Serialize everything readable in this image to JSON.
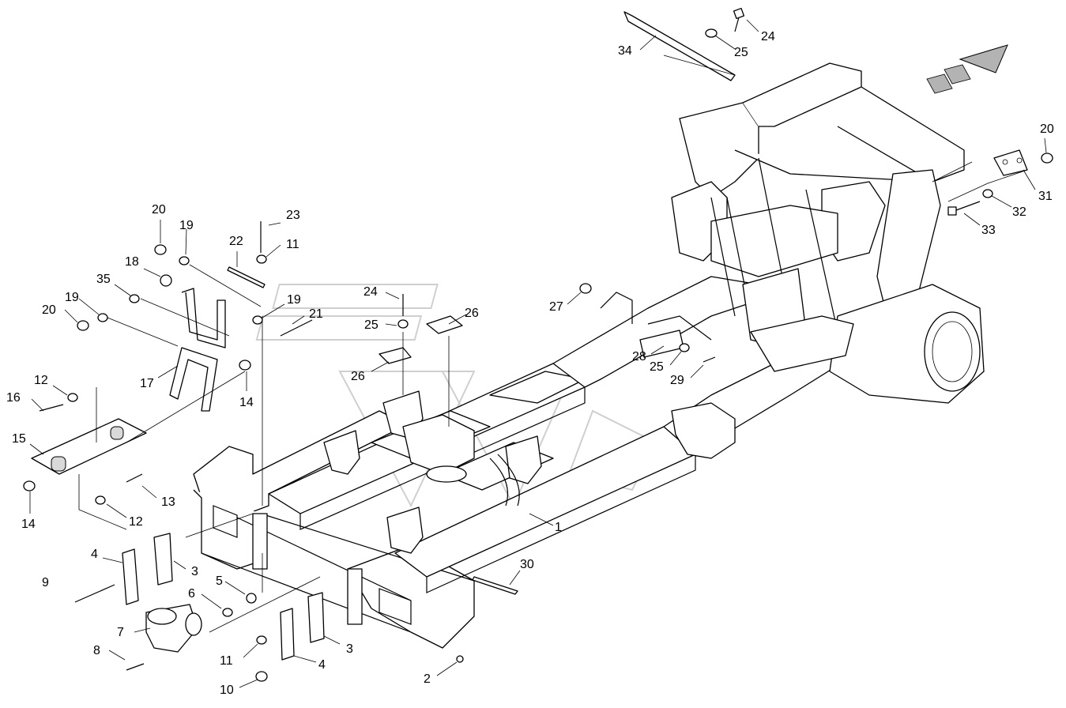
{
  "callouts": [
    {
      "id": "1",
      "label": "1"
    },
    {
      "id": "2",
      "label": "2"
    },
    {
      "id": "3a",
      "label": "3"
    },
    {
      "id": "3b",
      "label": "3"
    },
    {
      "id": "4a",
      "label": "4"
    },
    {
      "id": "4b",
      "label": "4"
    },
    {
      "id": "5",
      "label": "5"
    },
    {
      "id": "6",
      "label": "6"
    },
    {
      "id": "7",
      "label": "7"
    },
    {
      "id": "8",
      "label": "8"
    },
    {
      "id": "9",
      "label": "9"
    },
    {
      "id": "10",
      "label": "10"
    },
    {
      "id": "11a",
      "label": "11"
    },
    {
      "id": "11b",
      "label": "11"
    },
    {
      "id": "12a",
      "label": "12"
    },
    {
      "id": "12b",
      "label": "12"
    },
    {
      "id": "13",
      "label": "13"
    },
    {
      "id": "14a",
      "label": "14"
    },
    {
      "id": "14b",
      "label": "14"
    },
    {
      "id": "15",
      "label": "15"
    },
    {
      "id": "16",
      "label": "16"
    },
    {
      "id": "17",
      "label": "17"
    },
    {
      "id": "18",
      "label": "18"
    },
    {
      "id": "19a",
      "label": "19"
    },
    {
      "id": "19b",
      "label": "19"
    },
    {
      "id": "19c",
      "label": "19"
    },
    {
      "id": "20a",
      "label": "20"
    },
    {
      "id": "20b",
      "label": "20"
    },
    {
      "id": "20c",
      "label": "20"
    },
    {
      "id": "21",
      "label": "21"
    },
    {
      "id": "22",
      "label": "22"
    },
    {
      "id": "23",
      "label": "23"
    },
    {
      "id": "24a",
      "label": "24"
    },
    {
      "id": "24b",
      "label": "24"
    },
    {
      "id": "25a",
      "label": "25"
    },
    {
      "id": "25b",
      "label": "25"
    },
    {
      "id": "25c",
      "label": "25"
    },
    {
      "id": "26a",
      "label": "26"
    },
    {
      "id": "26b",
      "label": "26"
    },
    {
      "id": "27",
      "label": "27"
    },
    {
      "id": "28",
      "label": "28"
    },
    {
      "id": "29",
      "label": "29"
    },
    {
      "id": "30",
      "label": "30"
    },
    {
      "id": "31",
      "label": "31"
    },
    {
      "id": "32",
      "label": "32"
    },
    {
      "id": "33",
      "label": "33"
    },
    {
      "id": "34",
      "label": "34"
    },
    {
      "id": "35",
      "label": "35"
    }
  ],
  "icons": {
    "direction_arrow": "forward-direction-arrow-icon"
  },
  "colors": {
    "line": "#000000",
    "background": "#ffffff",
    "arrow_fill": "#b3b3b3"
  }
}
